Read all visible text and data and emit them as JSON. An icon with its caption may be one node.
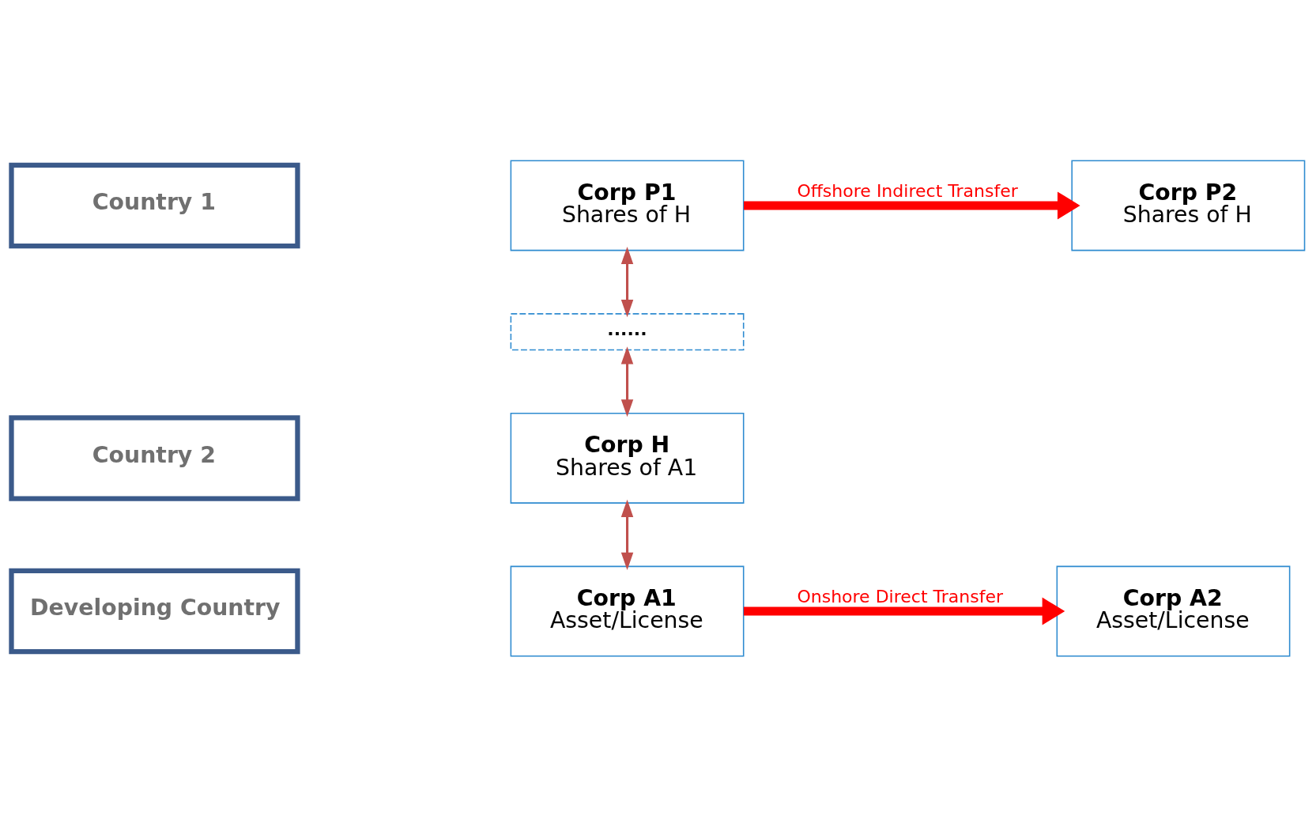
{
  "diagram": {
    "nodes": [
      {
        "text": [
          "Country 1"
        ]
      },
      {
        "text": [
          "Corp P1",
          "Shares of H"
        ]
      },
      {
        "text": [
          "Corp P2",
          "Shares of H"
        ]
      },
      {
        "text": [
          "......"
        ]
      },
      {
        "text": [
          "Country 2"
        ]
      },
      {
        "text": [
          "Corp H",
          "Shares of A1"
        ]
      },
      {
        "text": [
          "Developing Country"
        ]
      },
      {
        "text": [
          "Corp A1",
          "Asset/License"
        ]
      },
      {
        "text": [
          "Corp A2",
          "Asset/License"
        ]
      }
    ],
    "edges": [
      {
        "from": 1,
        "to": 2,
        "arrow": "to",
        "label": "Offshore Indirect Transfer",
        "style": "thick",
        "color": "#ff0000"
      },
      {
        "from": 1,
        "to": 3,
        "arrow": "both"
      },
      {
        "from": 3,
        "to": 5,
        "arrow": "both"
      },
      {
        "from": 5,
        "to": 7,
        "arrow": "both"
      },
      {
        "from": 7,
        "to": 8,
        "arrow": "to",
        "label": "Onshore Direct Transfer",
        "style": "thick",
        "color": "#ff0000"
      }
    ]
  }
}
